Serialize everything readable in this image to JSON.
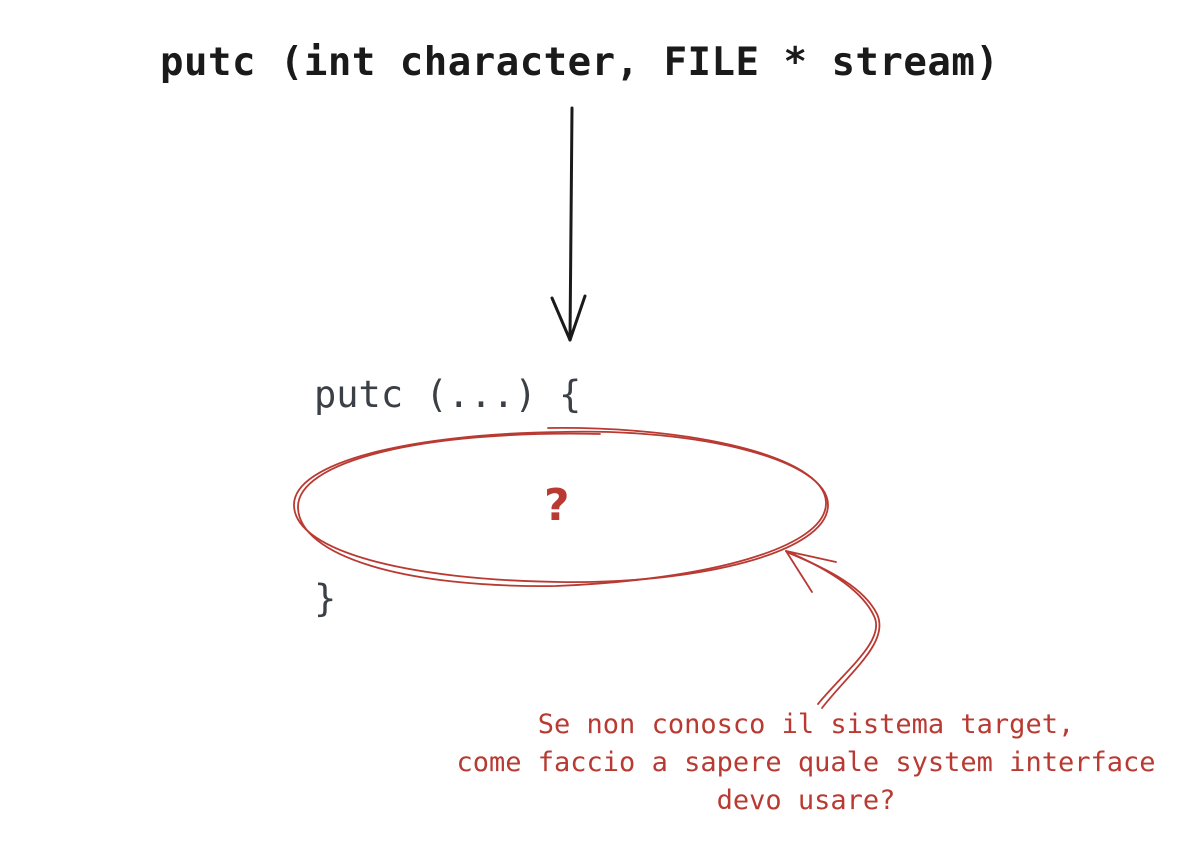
{
  "diagram": {
    "signature": "putc (int character, FILE * stream)",
    "code_open": "putc (...) {",
    "question_mark": "?",
    "code_close": "}",
    "note_lines": [
      "Se non conosco il sistema target,",
      "come faccio a sapere quale system interface",
      "devo usare?"
    ]
  },
  "colors": {
    "ink": "#1a1a1a",
    "code": "#3b3f46",
    "accent": "#b83a32",
    "background": "#ffffff"
  }
}
